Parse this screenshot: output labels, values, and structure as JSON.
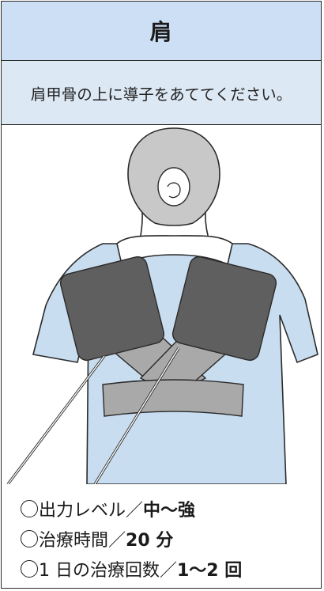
{
  "header": {
    "title": "肩"
  },
  "instruction": {
    "text": "肩甲骨の上に導子をあててください。"
  },
  "illustration": {
    "body_color": "#c9ddf0",
    "pad_color": "#5f5f5f",
    "strap_color": "#a9a9a9"
  },
  "settings": [
    {
      "label": "出力レベル／",
      "value": "中〜強"
    },
    {
      "label": "治療時間／",
      "value": "20 分"
    },
    {
      "label": "1 日の治療回数／",
      "value": "1〜2 回"
    }
  ]
}
